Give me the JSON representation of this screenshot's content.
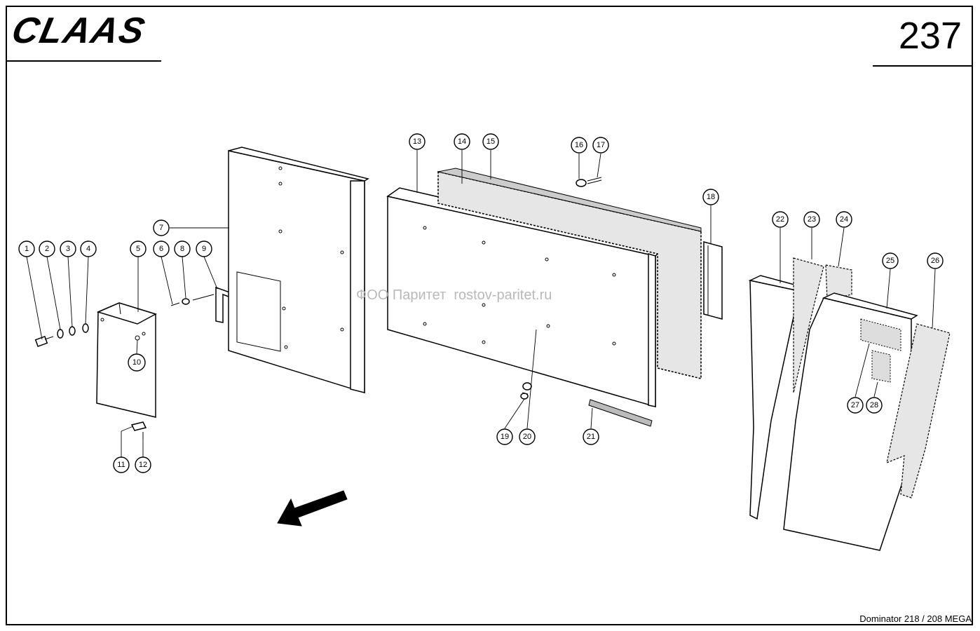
{
  "brand": "CLAAS",
  "page_number": "237",
  "watermark": "ФОО Паритет  rostov-paritet.ru",
  "model": "Dominator 218 / 208 MEGA",
  "callouts": [
    "1",
    "2",
    "3",
    "4",
    "5",
    "6",
    "8",
    "9",
    "7",
    "10",
    "11",
    "12",
    "13",
    "14",
    "15",
    "16",
    "17",
    "18",
    "19",
    "20",
    "21",
    "22",
    "23",
    "24",
    "25",
    "26",
    "27",
    "28"
  ]
}
